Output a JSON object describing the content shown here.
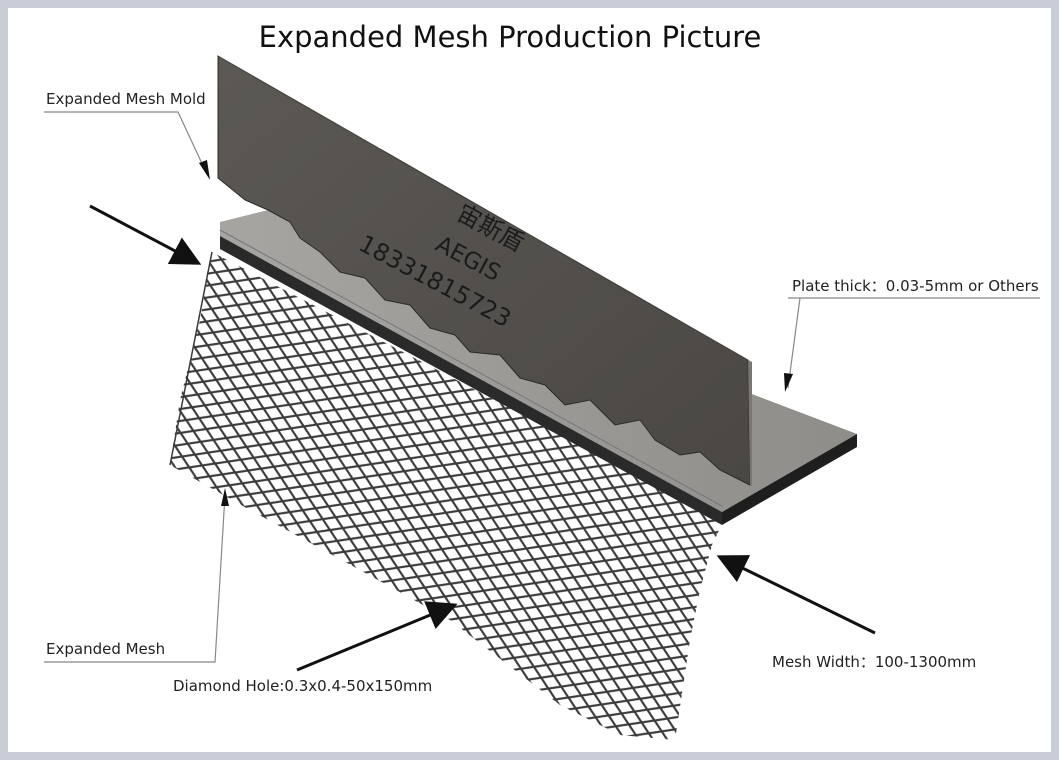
{
  "title": "Expanded Mesh Production Picture",
  "labels": {
    "mold": "Expanded Mesh Mold",
    "plate": "Plate thick：0.03-5mm or Others",
    "mesh": "Expanded Mesh",
    "width": "Mesh Width：100-1300mm",
    "hole": "Diamond Hole:0.3x0.4-50x150mm"
  },
  "watermark": {
    "line1": "宙斯盾",
    "line2": "AEGIS",
    "line3": "18331815723"
  },
  "colors": {
    "mold_face": "#55524f",
    "plate_top": "#9e9c98",
    "plate_edge": "#2a2a2a",
    "mesh": "#3a3a3a"
  }
}
